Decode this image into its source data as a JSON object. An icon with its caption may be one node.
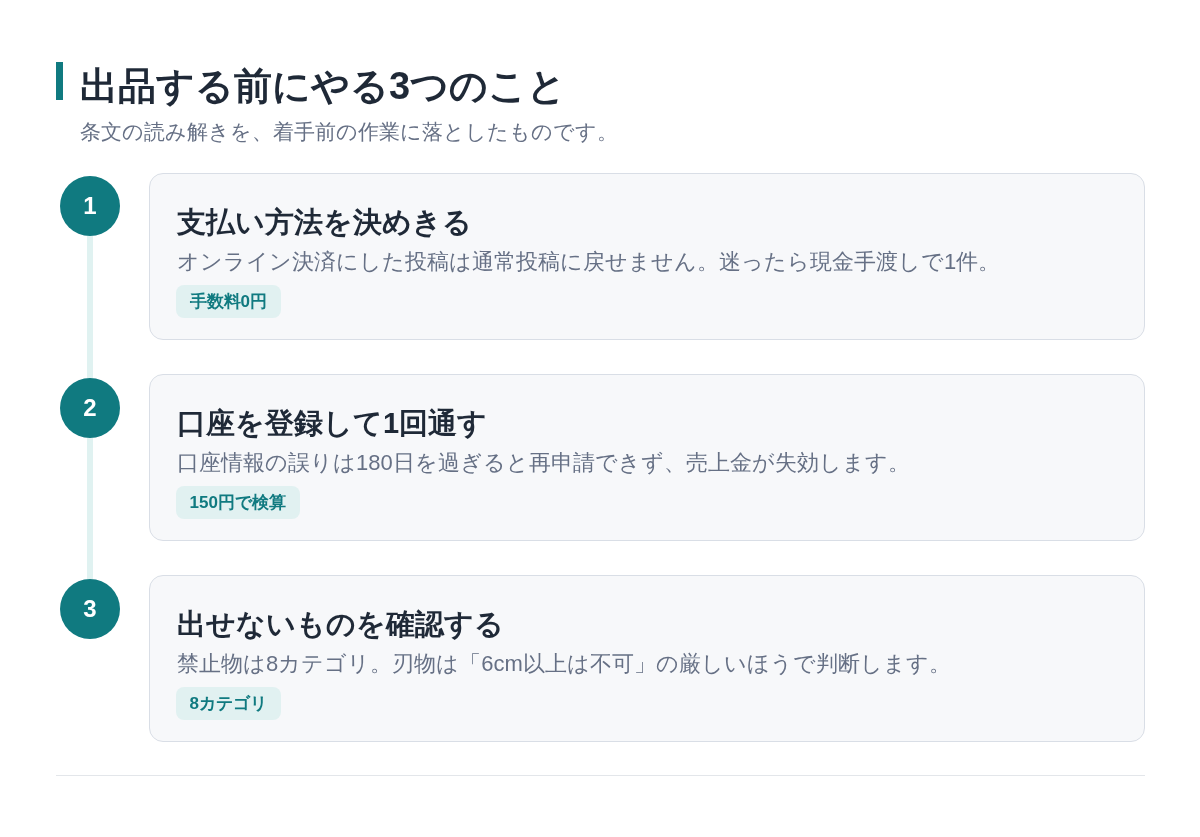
{
  "diagram": {
    "title": "出品する前にやる3つのこと",
    "nodes": [
      {
        "text": [
          "1"
        ]
      },
      {
        "text": [
          "支払い方法を決めきる",
          "オンライン決済にした投稿は通常投稿に戻せません。迷ったら現金手渡しで1件。"
        ]
      },
      {
        "text": [
          "手数料0円"
        ],
        "in": 1
      },
      {
        "text": [
          "2"
        ]
      },
      {
        "text": [
          "口座を登録して1回通す",
          "口座情報の誤りは180日を過ぎると再申請できず、売上金が失効します。"
        ]
      },
      {
        "text": [
          "150円で検算"
        ],
        "in": 4
      },
      {
        "text": [
          "3"
        ]
      },
      {
        "text": [
          "出せないものを確認する",
          "禁止物は8カテゴリ。刃物は「6cm以上は不可」の厳しいほうで判断します。"
        ]
      },
      {
        "text": [
          "8カテゴリ"
        ],
        "in": 7
      }
    ],
    "edges": [
      {
        "from": 0,
        "to": 3,
        "arrow": "none"
      },
      {
        "from": 3,
        "to": 6,
        "arrow": "none"
      }
    ],
    "labels": [
      "条文の読み解きを、着手前の作業に落としたものです。"
    ]
  }
}
